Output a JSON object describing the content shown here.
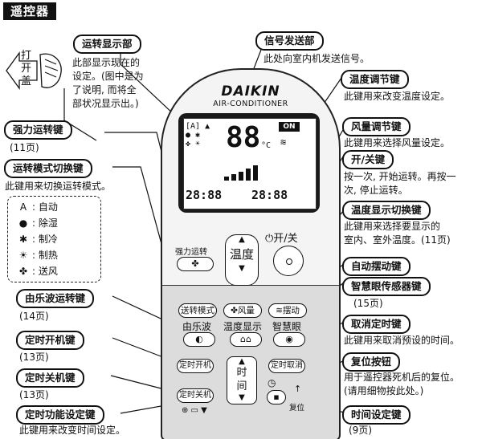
{
  "section_title": "遥控器",
  "hand": {
    "text": [
      "打",
      "开",
      "盖"
    ]
  },
  "remote": {
    "brand": "DAIKIN",
    "brand_sub": "AIR-CONDITIONER",
    "lcd": {
      "setpoint": "88",
      "unit": "°C",
      "on_badge": "ON",
      "timer_on": "28:88",
      "timer_off": "28:88"
    },
    "temp_label": "温度",
    "power_label": "开/关",
    "powerful_button": "强力运转",
    "row1": [
      "送转模式",
      "风量",
      "摆动"
    ],
    "row2_labels": [
      "由乐波",
      "温度显示",
      "智慧眼"
    ],
    "timer_on_button": "定时开机",
    "timer_off_button": "定时关机",
    "timer_cancel_button": "定时取消",
    "time_label": [
      "时",
      "间"
    ],
    "reset_label": "复位"
  },
  "callouts": [
    {
      "id": "display",
      "label": "运转显示部",
      "desc": [
        "此部显示现在的",
        "设定。(图中是为",
        "了说明, 而将全",
        "部状况显示出。)"
      ]
    },
    {
      "id": "signal",
      "label": "信号发送部",
      "desc": [
        "此处向室内机发送信号。"
      ]
    },
    {
      "id": "temp",
      "label": "温度调节键",
      "desc": [
        "此键用来改变温度设定。"
      ]
    },
    {
      "id": "powerful",
      "label": "强力运转键",
      "desc": [
        "(11页)"
      ]
    },
    {
      "id": "fan",
      "label": "风量调节键",
      "desc": [
        "此键用来选择风量设定。"
      ]
    },
    {
      "id": "mode",
      "label": "运转模式切换键",
      "desc": [
        "此键用来切换运转模式。"
      ]
    },
    {
      "id": "onoff",
      "label": "开/关键",
      "desc": [
        "按一次, 开始运转。再按一",
        "次, 停止运转。"
      ]
    },
    {
      "id": "tempdisp",
      "label": "温度显示切换键",
      "desc": [
        "此键用来选择要显示的",
        "室内、室外温度。(11页)"
      ]
    },
    {
      "id": "swing",
      "label": "自动摆动键",
      "desc": []
    },
    {
      "id": "eye",
      "label": "智慧眼传感器键",
      "desc": [
        "(15页)"
      ]
    },
    {
      "id": "music",
      "label": "由乐波运转键",
      "desc": [
        "(14页)"
      ]
    },
    {
      "id": "cancel",
      "label": "取消定时键",
      "desc": [
        "此键用来取消预设的时间。"
      ]
    },
    {
      "id": "timeron",
      "label": "定时开机键",
      "desc": [
        "(13页)"
      ]
    },
    {
      "id": "reset",
      "label": "复位按钮",
      "desc": [
        "用于遥控器死机后的复位。",
        "(请用细物按此处。)"
      ]
    },
    {
      "id": "timeroff",
      "label": "定时关机键",
      "desc": [
        "(13页)"
      ]
    },
    {
      "id": "timerset",
      "label": "定时功能设定键",
      "desc": [
        "此键用来改变时间设定。"
      ]
    },
    {
      "id": "timeadj",
      "label": "时间设定键",
      "desc": [
        "(9页)"
      ]
    }
  ],
  "mode_legend": [
    {
      "icon": "auto-icon",
      "glyph": "A",
      "text": "自动"
    },
    {
      "icon": "dry-icon",
      "glyph": "●",
      "text": "除湿"
    },
    {
      "icon": "cool-icon",
      "glyph": "✱",
      "text": "制冷"
    },
    {
      "icon": "heat-icon",
      "glyph": "☀",
      "text": "制热"
    },
    {
      "icon": "fan-icon",
      "glyph": "✤",
      "text": "送风"
    }
  ]
}
